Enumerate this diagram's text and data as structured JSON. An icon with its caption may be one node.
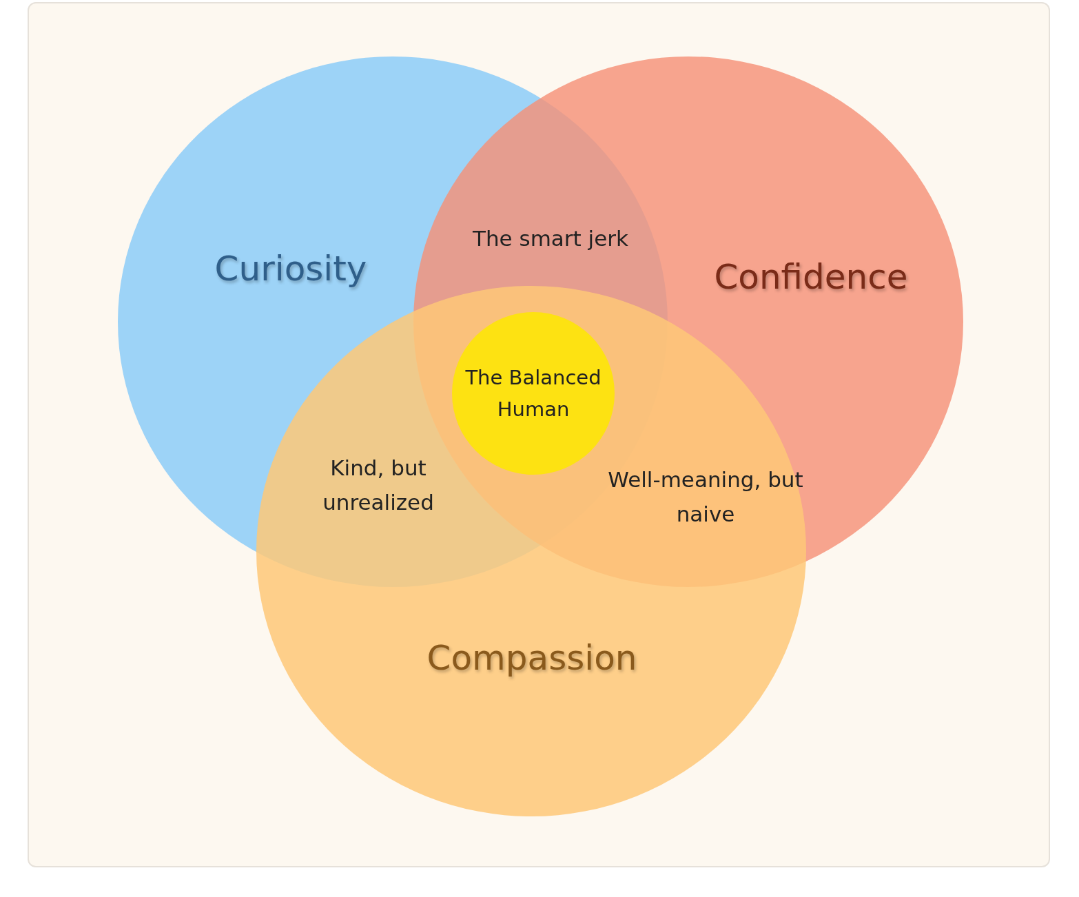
{
  "diagram": {
    "nodes": [
      {
        "text": [
          "Curiosity"
        ]
      },
      {
        "text": [
          "Confidence"
        ]
      },
      {
        "text": [
          "Compassion"
        ]
      },
      {
        "text": [
          "The Balanced Human"
        ]
      }
    ],
    "labels": [
      "The smart jerk",
      "Kind, but unrealized",
      "Well-meaning, but naive"
    ]
  }
}
